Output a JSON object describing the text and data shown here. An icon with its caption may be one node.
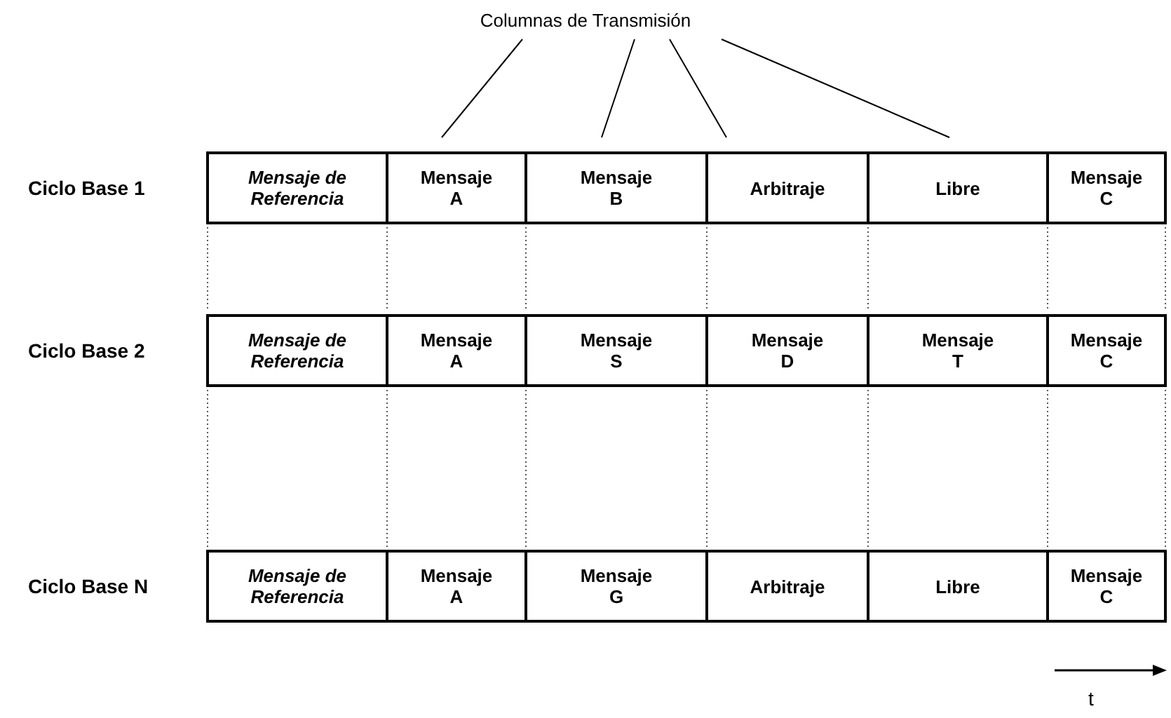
{
  "diagram": {
    "nodes": [
      {
        "text": [
          "Columnas de Transmisión"
        ]
      },
      {
        "text": [
          "Mensaje de Referencia"
        ]
      },
      {
        "text": [
          "Mensaje A"
        ]
      },
      {
        "text": [
          "Mensaje B"
        ]
      },
      {
        "text": [
          "Arbitraje"
        ]
      },
      {
        "text": [
          "Libre"
        ]
      },
      {
        "text": [
          "Mensaje C"
        ]
      },
      {
        "text": [
          "Mensaje de Referencia"
        ]
      },
      {
        "text": [
          "Mensaje A"
        ]
      },
      {
        "text": [
          "Mensaje S"
        ]
      },
      {
        "text": [
          "Mensaje D"
        ]
      },
      {
        "text": [
          "Mensaje T"
        ]
      },
      {
        "text": [
          "Mensaje C"
        ]
      },
      {
        "text": [
          "Mensaje de Referencia"
        ]
      },
      {
        "text": [
          "Mensaje A"
        ]
      },
      {
        "text": [
          "Mensaje G"
        ]
      },
      {
        "text": [
          "Arbitraje"
        ]
      },
      {
        "text": [
          "Libre"
        ]
      },
      {
        "text": [
          "Mensaje C"
        ]
      }
    ],
    "edges": [
      {
        "from": 0,
        "to": 2,
        "arrow": "none"
      },
      {
        "from": 0,
        "to": 3,
        "arrow": "none"
      },
      {
        "from": 0,
        "to": 4,
        "arrow": "none"
      },
      {
        "from": 0,
        "to": 5,
        "arrow": "none"
      }
    ],
    "labels": [
      "Ciclo Base 1",
      "Ciclo Base 2",
      "Ciclo Base N",
      "t"
    ]
  }
}
